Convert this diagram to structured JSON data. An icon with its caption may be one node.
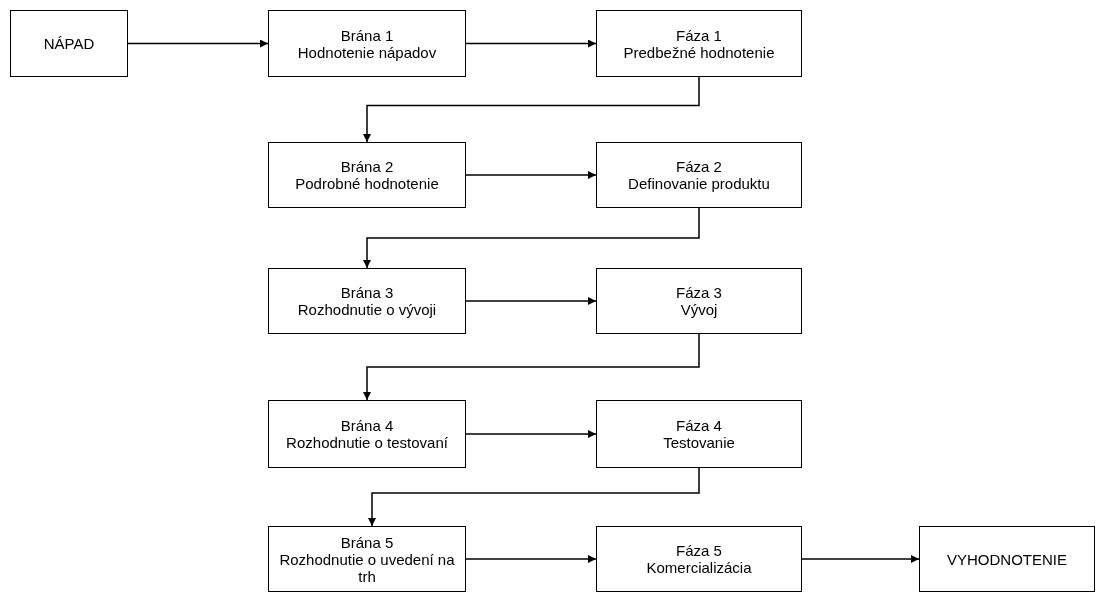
{
  "diagram": {
    "nodes": [
      {
        "text": [
          "NÁPAD"
        ]
      },
      {
        "text": [
          "Brána 1",
          "Hodnotenie nápadov"
        ]
      },
      {
        "text": [
          "Fáza 1",
          "Predbežné hodnotenie"
        ]
      },
      {
        "text": [
          "Brána 2",
          "Podrobné hodnotenie"
        ]
      },
      {
        "text": [
          "Fáza 2",
          "Definovanie produktu"
        ]
      },
      {
        "text": [
          "Brána 3",
          "Rozhodnutie o vývoji"
        ]
      },
      {
        "text": [
          "Fáza 3",
          "Vývoj"
        ]
      },
      {
        "text": [
          "Brána 4",
          "Rozhodnutie o testovaní"
        ]
      },
      {
        "text": [
          "Fáza 4",
          "Testovanie"
        ]
      },
      {
        "text": [
          "Brána 5",
          "Rozhodnutie o uvedení na trh"
        ]
      },
      {
        "text": [
          "Fáza 5",
          "Komercializácia"
        ]
      },
      {
        "text": [
          "VYHODNOTENIE"
        ]
      }
    ],
    "edges": [
      {
        "from": 0,
        "to": 1,
        "arrow": "to"
      },
      {
        "from": 1,
        "to": 2,
        "arrow": "to"
      },
      {
        "from": 2,
        "to": 3,
        "arrow": "to"
      },
      {
        "from": 3,
        "to": 4,
        "arrow": "to"
      },
      {
        "from": 4,
        "to": 5,
        "arrow": "to"
      },
      {
        "from": 5,
        "to": 6,
        "arrow": "to"
      },
      {
        "from": 6,
        "to": 7,
        "arrow": "to"
      },
      {
        "from": 7,
        "to": 8,
        "arrow": "to"
      },
      {
        "from": 8,
        "to": 9,
        "arrow": "to"
      },
      {
        "from": 9,
        "to": 10,
        "arrow": "to"
      },
      {
        "from": 10,
        "to": 11,
        "arrow": "to"
      }
    ]
  }
}
